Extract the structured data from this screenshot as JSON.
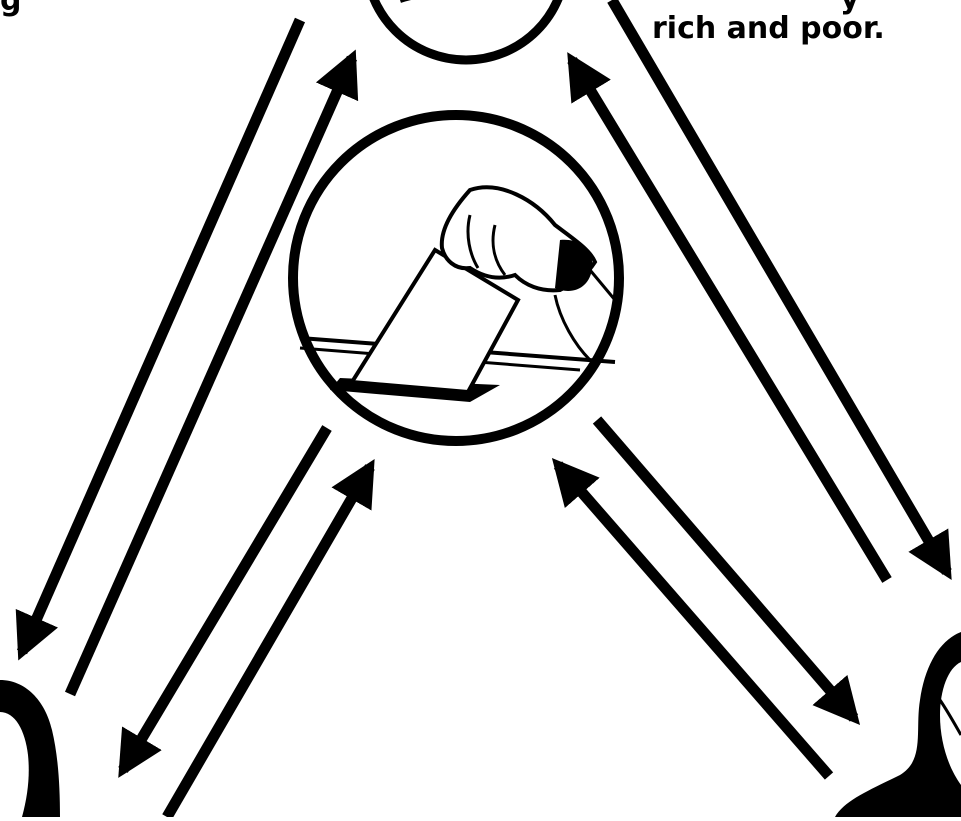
{
  "diagram": {
    "caption_line_prev": "y",
    "caption_line": "rich and poor.",
    "left_fragment": "g",
    "nodes": [
      {
        "id": "top-node",
        "icon": "top-circle-icon"
      },
      {
        "id": "center-node",
        "icon": "ballot-box-icon"
      },
      {
        "id": "left-node",
        "icon": "woman-portrait-icon"
      },
      {
        "id": "right-node",
        "icon": "bearded-man-portrait-icon"
      }
    ],
    "edges": [
      {
        "from": "top-node",
        "to": "left-node",
        "bidirectional": true
      },
      {
        "from": "top-node",
        "to": "right-node",
        "bidirectional": true
      },
      {
        "from": "center-node",
        "to": "left-node",
        "bidirectional": true
      },
      {
        "from": "center-node",
        "to": "right-node",
        "bidirectional": true
      }
    ],
    "colors": {
      "ink": "#000000",
      "paper": "#ffffff"
    }
  }
}
